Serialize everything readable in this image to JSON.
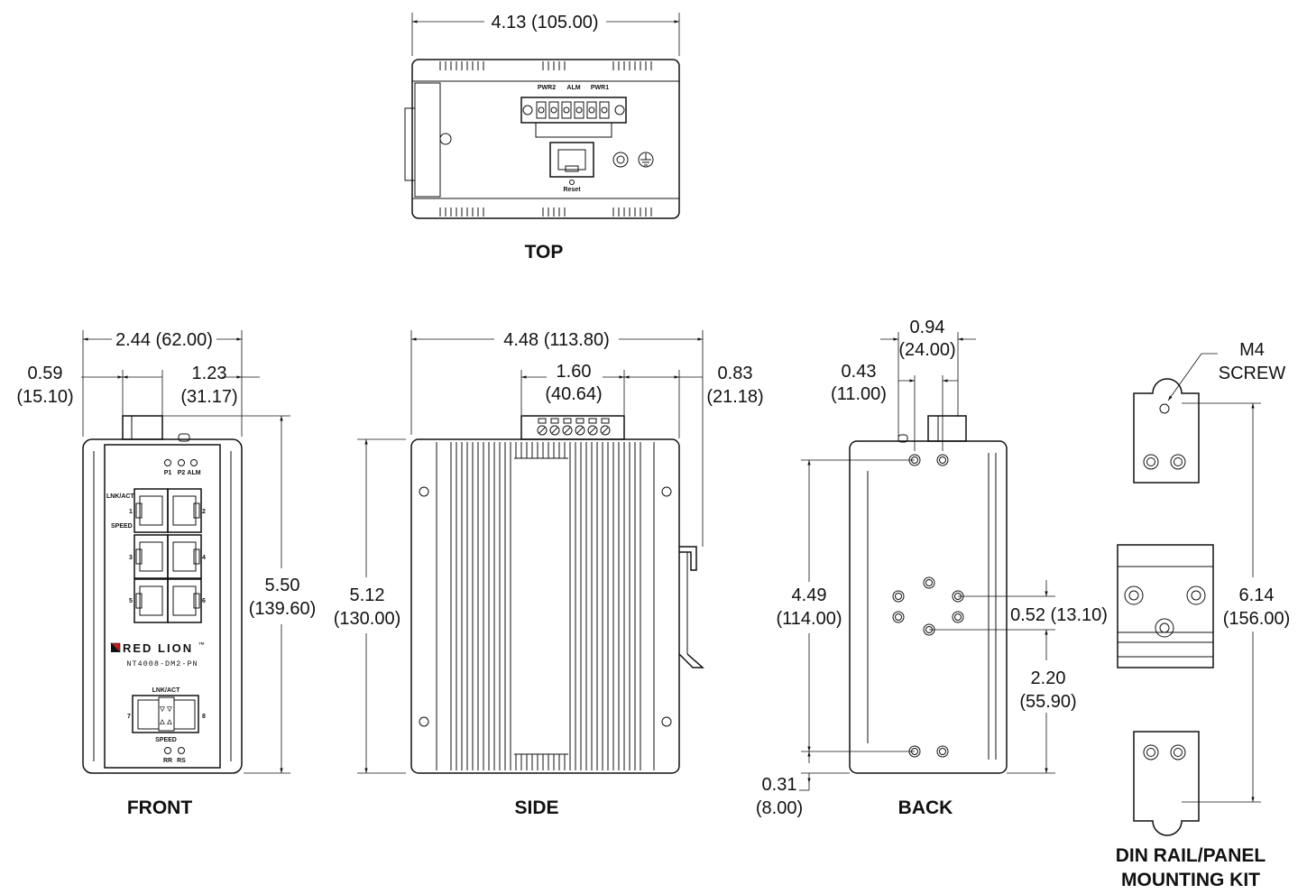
{
  "views": {
    "top": "TOP",
    "front": "FRONT",
    "side": "SIDE",
    "back": "BACK",
    "kit_line1": "DIN RAIL/PANEL",
    "kit_line2": "MOUNTING KIT"
  },
  "top_view": {
    "width": "4.13 (105.00)",
    "pwr2": "PWR2",
    "alm": "ALM",
    "pwr1": "PWR1",
    "reset": "Reset"
  },
  "front_view": {
    "width": "2.44 (62.00)",
    "left_offset_in": "0.59",
    "left_offset_mm": "(15.10)",
    "right_offset_in": "1.23",
    "right_offset_mm": "(31.17)",
    "height_in": "5.50",
    "height_mm": "(139.60)",
    "led_p1": "P1",
    "led_p2": "P2",
    "led_alm": "ALM",
    "lnk_act": "LNK/ACT",
    "speed": "SPEED",
    "port1": "1",
    "port2": "2",
    "port3": "3",
    "port4": "4",
    "port5": "5",
    "port6": "6",
    "port7": "7",
    "port8": "8",
    "brand": "RED LION",
    "tm": "™",
    "model": "NT4008-DM2-PN",
    "sfp_lnk": "LNK/ACT",
    "sfp_speed": "SPEED",
    "led_rr": "RR",
    "led_rs": "RS"
  },
  "side_view": {
    "depth": "4.48 (113.80)",
    "conn_in": "1.60",
    "conn_mm": "(40.64)",
    "clip_in": "0.83",
    "clip_mm": "(21.18)",
    "height_in": "5.12",
    "height_mm": "(130.00)"
  },
  "back_view": {
    "spacing_in": "0.94",
    "spacing_mm": "(24.00)",
    "offset_in": "0.43",
    "offset_mm": "(11.00)",
    "hole_span_in": "4.49",
    "hole_span_mm": "(114.00)",
    "mid_hole": "0.52 (13.10)",
    "lower_in": "2.20",
    "lower_mm": "(55.90)",
    "bottom_in": "0.31",
    "bottom_mm": "(8.00)"
  },
  "kit_view": {
    "screw_line1": "M4",
    "screw_line2": "SCREW",
    "span_in": "6.14",
    "span_mm": "(156.00)"
  }
}
